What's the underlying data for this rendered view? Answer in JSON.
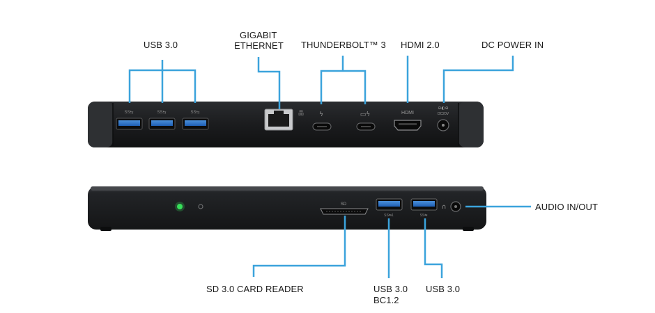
{
  "accent_color": "#3ba3dc",
  "rear_panel": {
    "labels": {
      "usb30": "USB 3.0",
      "ethernet_line1": "GIGABIT",
      "ethernet_line2": "ETHERNET",
      "thunderbolt": "THUNDERBOLT™ 3",
      "hdmi": "HDMI 2.0",
      "dc_power": "DC POWER IN"
    },
    "port_icon_labels": {
      "hdmi": "HDMI",
      "dc_top": "⊖◐⊕",
      "dc_bottom": "DC20V"
    }
  },
  "front_panel": {
    "labels": {
      "audio": "AUDIO IN/OUT",
      "sd_reader": "SD 3.0 CARD READER",
      "usb_bc_line1": "USB 3.0",
      "usb_bc_line2": "BC1.2",
      "usb30": "USB 3.0"
    },
    "port_icon_labels": {
      "sd": "SD"
    },
    "status_led_color": "#37e05a"
  }
}
